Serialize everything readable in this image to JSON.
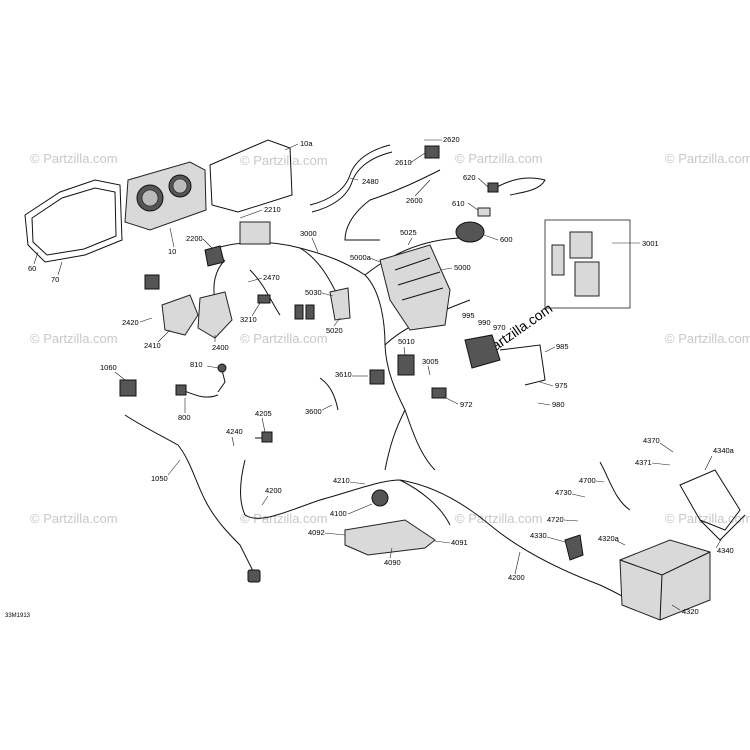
{
  "watermark_text": "© Partzilla.com",
  "center_watermark_text": "© Partzilla.com",
  "doc_id": "33M1913",
  "labels": [
    "10a",
    "2620",
    "2610",
    "2480",
    "620",
    "2600",
    "610",
    "600",
    "5025",
    "3001",
    "2210",
    "3000",
    "2200",
    "5000a",
    "5000",
    "2470",
    "5030",
    "995",
    "990",
    "970",
    "3210",
    "5020",
    "2420",
    "2410",
    "2400",
    "5010",
    "985",
    "810",
    "1060",
    "3005",
    "975",
    "3610",
    "800",
    "972",
    "980",
    "4205",
    "3600",
    "4240",
    "1050",
    "4370",
    "4340a",
    "4371",
    "4700",
    "4210",
    "4730",
    "4200",
    "4100",
    "4720",
    "4092",
    "4091",
    "4330",
    "4320a",
    "4340",
    "4090",
    "4200",
    "4320",
    "60",
    "70",
    "10"
  ]
}
